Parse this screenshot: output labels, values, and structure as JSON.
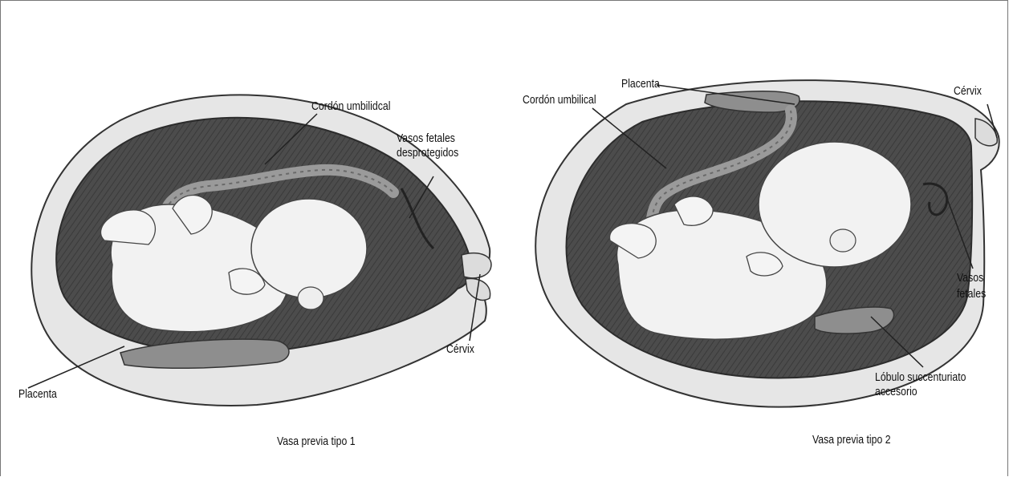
{
  "figure1": {
    "caption": "Vasa previa tipo 1",
    "labels": {
      "cord": "Cordón umbilidcal",
      "vessels_line1": "Vasos fetales",
      "vessels_line2": "desprotegidos",
      "cervix": "Cérvix",
      "placenta": "Placenta"
    }
  },
  "figure2": {
    "caption": "Vasa previa tipo 2",
    "labels": {
      "placenta": "Placenta",
      "cord": "Cordón umbilical",
      "cervix": "Cérvix",
      "vessels_line1": "Vasos",
      "vessels_line2": "fetales",
      "lobe_line1": "Lóbulo succenturiato",
      "lobe_line2": "accesorio"
    }
  },
  "colors": {
    "uterine_wall": "#e4e4e4",
    "amniotic_dark": "#4a4a4a",
    "fetus": "#f1f1f1",
    "placenta": "#8e8e8e",
    "outline": "#333333"
  }
}
